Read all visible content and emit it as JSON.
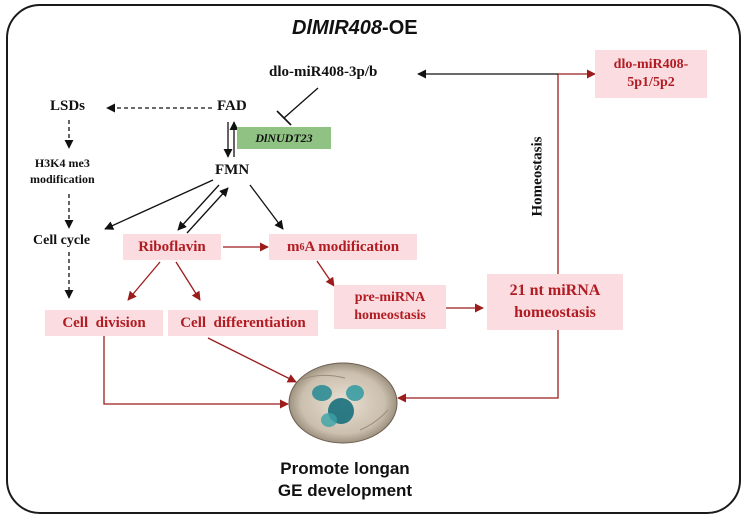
{
  "title": {
    "gene": "DlMIR408",
    "suffix": "-OE"
  },
  "nodes": {
    "mirna_3p": "dlo-miR408-3p/b",
    "mirna_5p_line1": "dlo-miR408-",
    "mirna_5p_line2": "5p1/5p2",
    "lsds": "LSDs",
    "fad": "FAD",
    "nudt": "DlNUDT23",
    "fmn": "FMN",
    "h3k4_line1": "H3K4 me3",
    "h3k4_line2": "modification",
    "cell_cycle": "Cell cycle",
    "riboflavin": "Riboflavin",
    "m6a_prefix": "m",
    "m6a_sup": "6",
    "m6a_suffix": "A modification",
    "pre_mirna_line1": "pre-miRNA",
    "pre_mirna_line2": "homeostasis",
    "nt21_line1": "21 nt miRNA",
    "nt21_line2": "homeostasis",
    "cell_division": "Cell  division",
    "cell_differentiation": "Cell  differentiation",
    "homeostasis_vertical": "Homeostasis"
  },
  "outcome": {
    "line1": "Promote longan",
    "line2": "GE development"
  },
  "colors": {
    "red_text": "#b01c22",
    "pink_box": "#fbdde1",
    "green_box": "#8fc283",
    "arrow_dark": "#111111",
    "arrow_red": "#9c1c1c"
  }
}
